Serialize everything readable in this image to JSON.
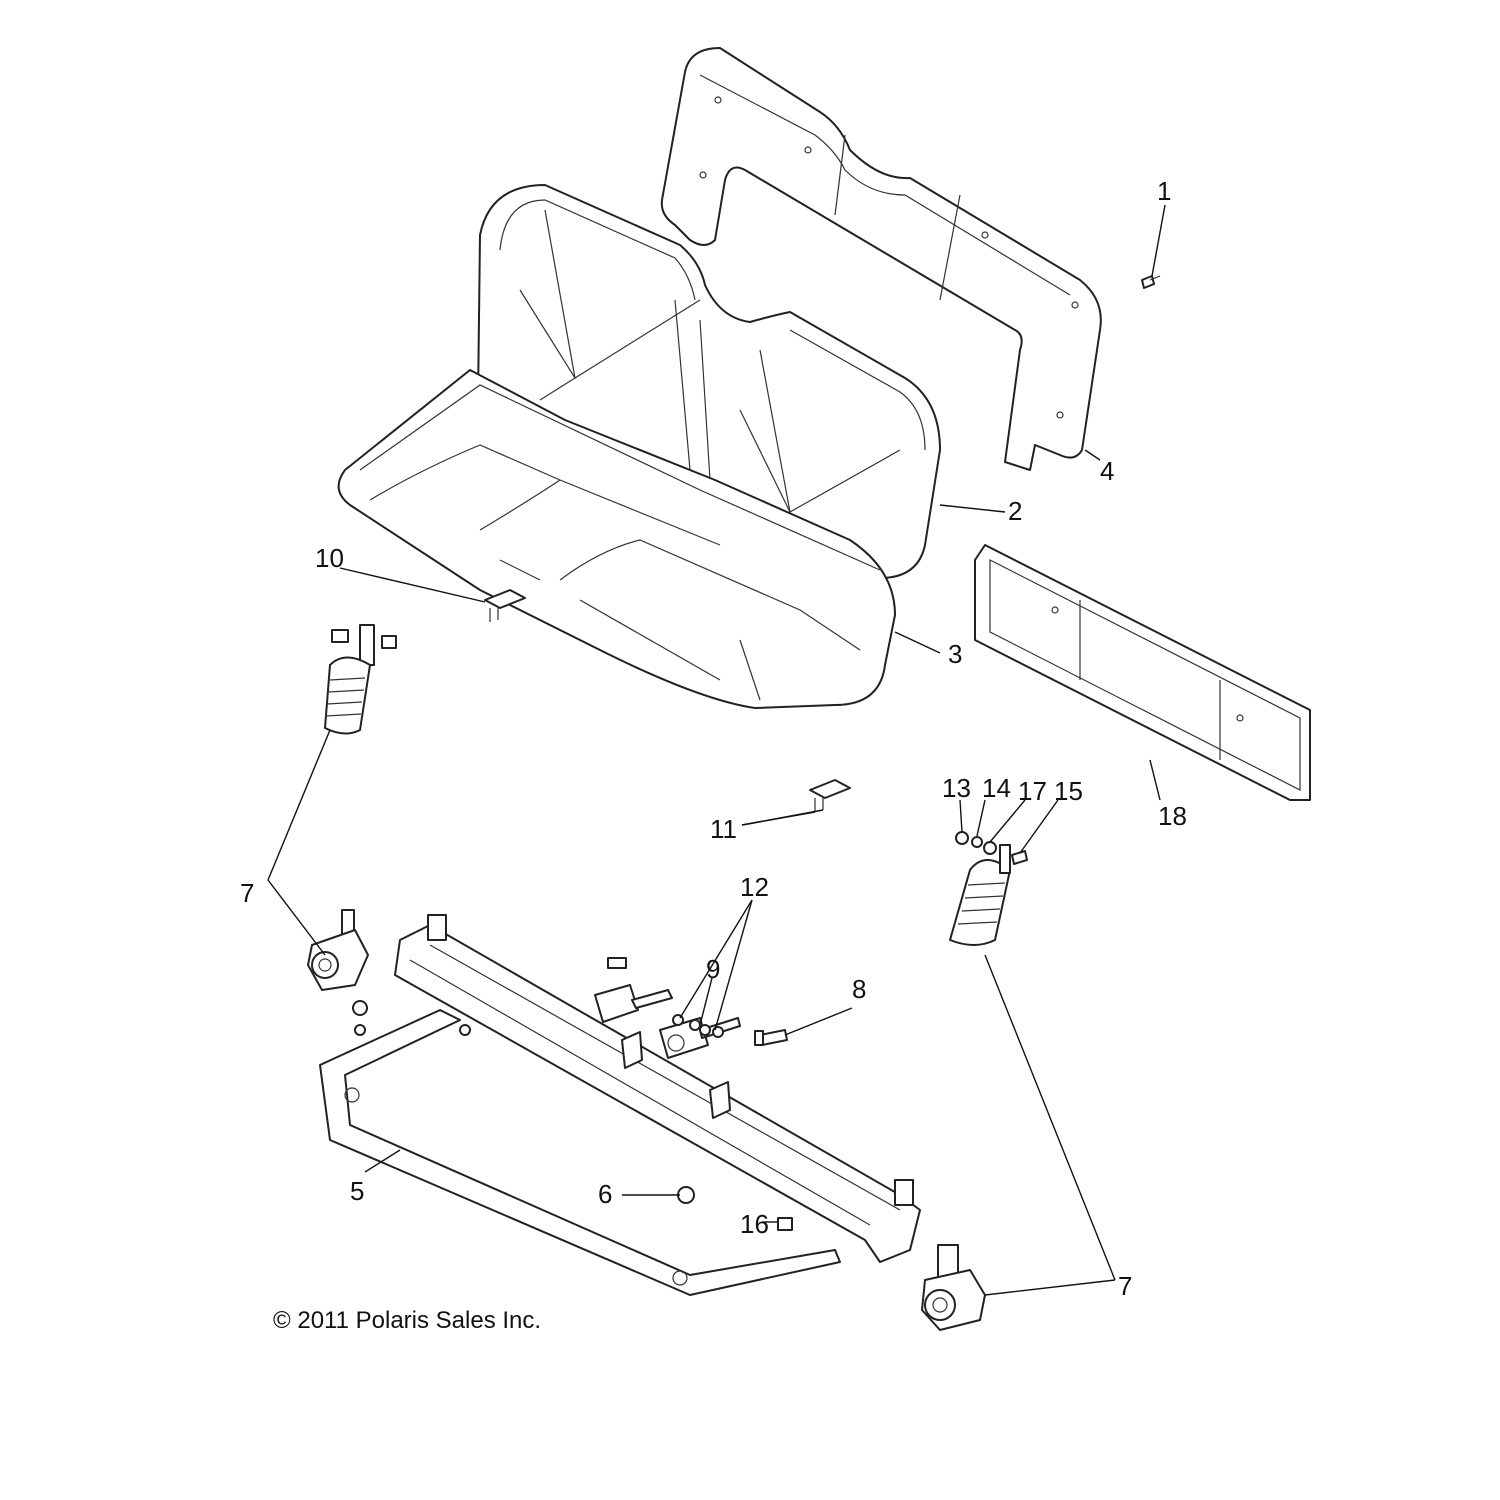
{
  "copyright": "© 2011 Polaris Sales Inc.",
  "callouts": {
    "c1": "1",
    "c2": "2",
    "c3": "3",
    "c4": "4",
    "c5": "5",
    "c6": "6",
    "c7a": "7",
    "c7b": "7",
    "c8": "8",
    "c9": "9",
    "c10": "10",
    "c11": "11",
    "c12": "12",
    "c13": "13",
    "c14": "14",
    "c15": "15",
    "c16": "16",
    "c17": "17",
    "c18": "18"
  }
}
